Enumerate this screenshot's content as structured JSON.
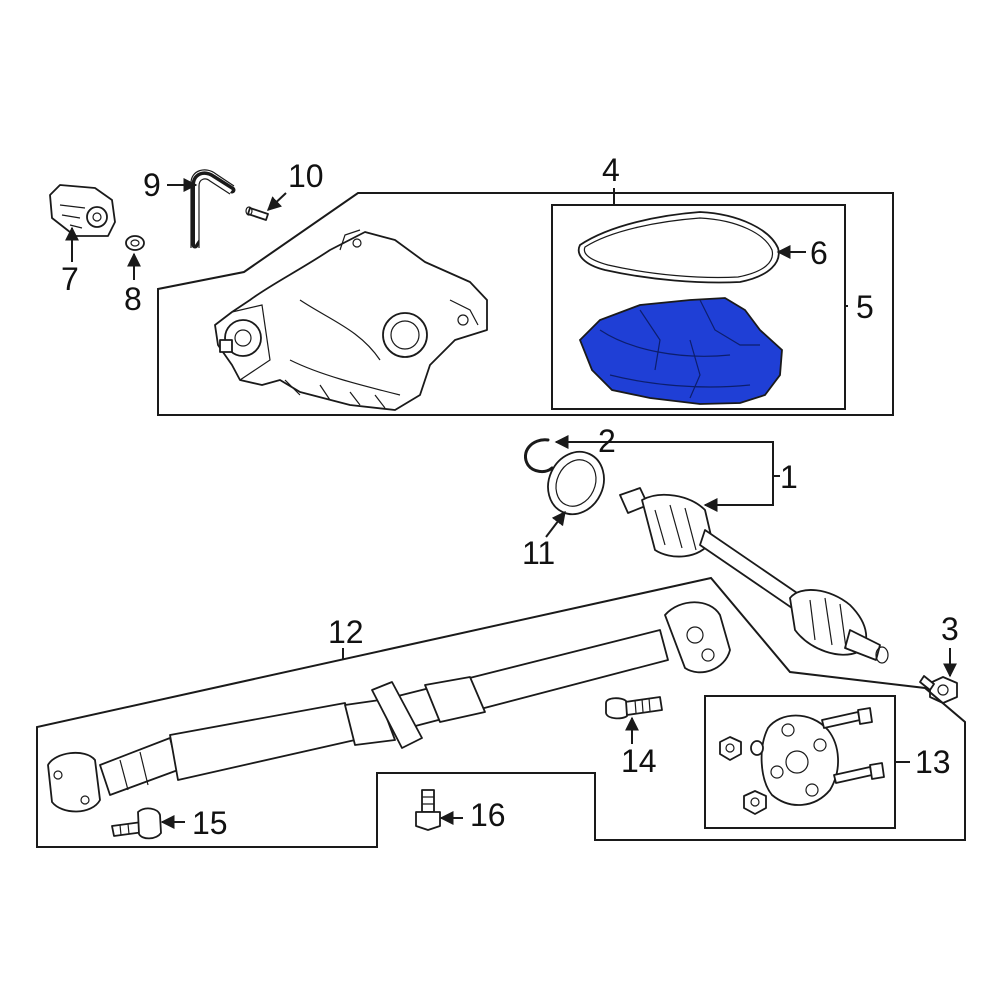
{
  "diagram": {
    "highlight_color": "#1f3fd6",
    "callouts": {
      "c1": "1",
      "c2": "2",
      "c3": "3",
      "c4": "4",
      "c5": "5",
      "c6": "6",
      "c7": "7",
      "c8": "8",
      "c9": "9",
      "c10": "10",
      "c11": "11",
      "c12": "12",
      "c13": "13",
      "c14": "14",
      "c15": "15",
      "c16": "16"
    },
    "highlighted_part": "5"
  }
}
